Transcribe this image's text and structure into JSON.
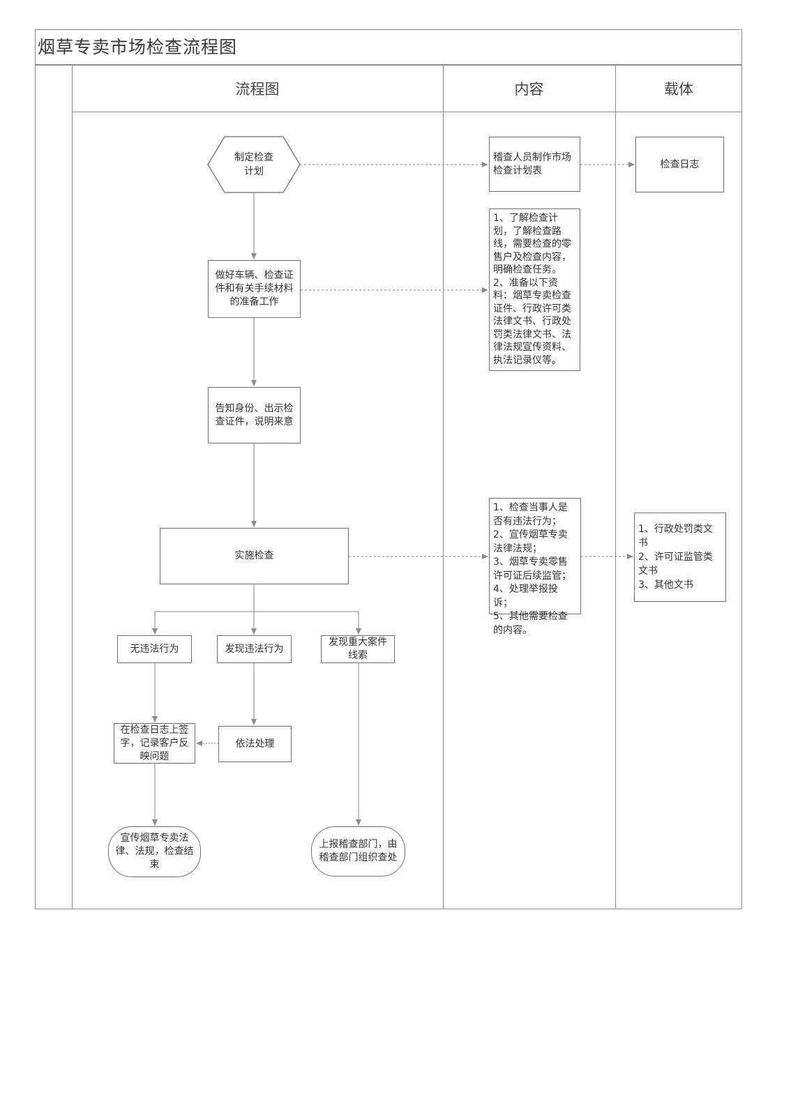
{
  "title": "烟草专卖市场检查流程图",
  "columns": {
    "flow": "流程图",
    "content": "内容",
    "carrier": "载体"
  },
  "flow": {
    "plan": "制定检查\n计划",
    "prepare": "做好车辆、检查证件和有关手续材料的准备工作",
    "identify": "告知身份、出示检查证件，说明来意",
    "inspect": "实施检查",
    "no_violation": "无违法行为",
    "violation": "发现违法行为",
    "major_case": "发现重大案件线索",
    "sign_log": "在检查日志上签字，记录客户反映问题",
    "handle": "依法处理",
    "publicize_end": "宣传烟草专卖法律、法规，检查结束",
    "report": "上报稽查部门，由稽查部门组织查处"
  },
  "content": {
    "plan_table": "稽查人员制作市场检查计划表",
    "prep_details": "1、了解检查计划，了解检查路线，需要检查的零售户及检查内容，明确检查任务。\n2、准备以下资料：烟草专卖检查证件、行政许可类法律文书、行政处罚类法律文书、法律法规宣传资料、执法记录仪等。",
    "inspect_items": "1、检查当事人是否有违法行为；\n2、宣传烟草专卖法律法规；\n3、烟草专卖零售许可证后续监管；\n4、处理举报投诉；\n5、其他需要检查的内容。"
  },
  "carrier": {
    "log": "检查日志",
    "docs": "1、行政处罚类文书\n2、许可证监管类文书\n3、其他文书"
  },
  "colors": {
    "border": "#8a8a8a",
    "line": "#9a9a9a",
    "text": "#333333"
  }
}
